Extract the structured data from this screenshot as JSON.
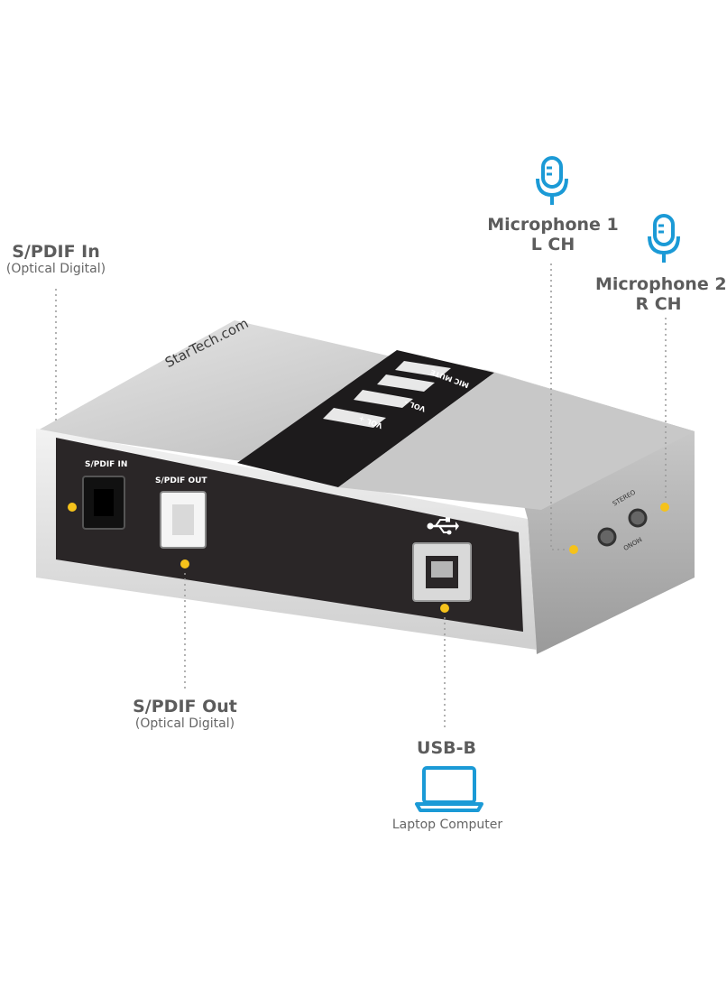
{
  "labels": {
    "spdif_in": {
      "title": "S/PDIF In",
      "sub": "(Optical Digital)"
    },
    "spdif_out": {
      "title": "S/PDIF Out",
      "sub": "(Optical Digital)"
    },
    "usb_b": {
      "title": "USB-B",
      "sub": "Laptop Computer"
    },
    "mic1": {
      "title": "Microphone 1",
      "sub": "L CH"
    },
    "mic2": {
      "title": "Microphone 2",
      "sub": "R CH"
    }
  },
  "device": {
    "brand": "StarTech.com",
    "port_spdif_in": "S/PDIF IN",
    "port_spdif_out": "S/PDIF OUT",
    "buttons": [
      "VOL MUTE",
      "MIC MUTE",
      "VOL -",
      "VOL +"
    ],
    "jack_stereo": "STEREO",
    "jack_mono": "MONO"
  },
  "colors": {
    "accent": "#1b9ad6",
    "marker": "#f5c21b",
    "body": "#b9b9b9",
    "panel": "#231f20"
  },
  "icons": {
    "mic": "microphone-icon",
    "laptop": "laptop-icon",
    "usb": "usb-icon"
  }
}
